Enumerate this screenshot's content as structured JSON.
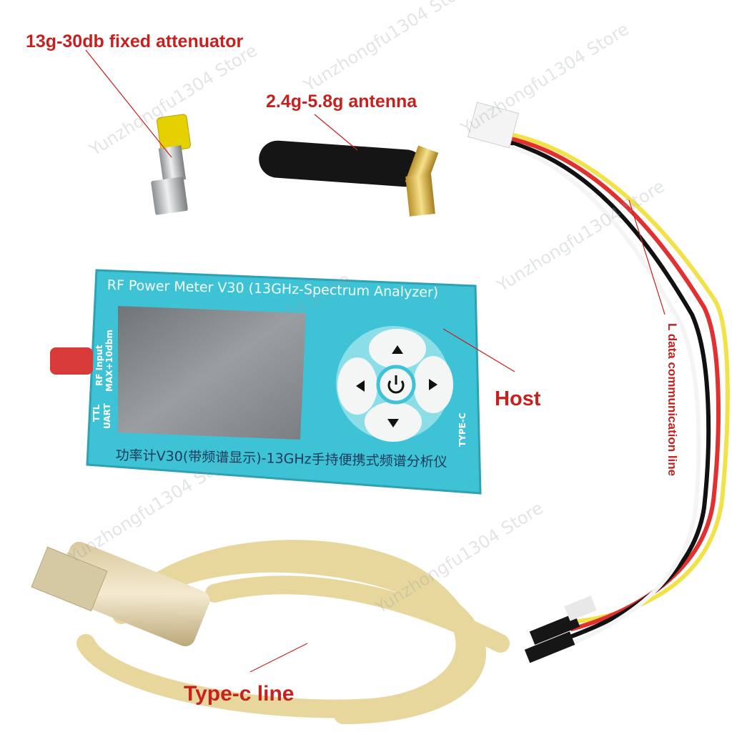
{
  "callouts": {
    "attenuator": "13g-30db fixed attenuator",
    "antenna": "2.4g-5.8g antenna",
    "host": "Host",
    "data_line": "L data communication line",
    "typec_line": "Type-c line"
  },
  "device": {
    "title": "RF Power Meter V30 (13GHz-Spectrum Analyzer)",
    "subtitle": "功率计V30(带频谱显示)-13GHz手持便携式频谱分析仪",
    "rf_input": "RF Input",
    "max_input": "MAX+10dbm",
    "ttl": "TTL",
    "uart": "UART",
    "type_c": "TYPE-C"
  },
  "watermark": "Yunzhongfu1304 Store",
  "colors": {
    "callout_red": "#c8201e",
    "device_body": "#3ec3d6",
    "button_white": "#f4f6f6",
    "cable_gold": "#e6d79c"
  }
}
